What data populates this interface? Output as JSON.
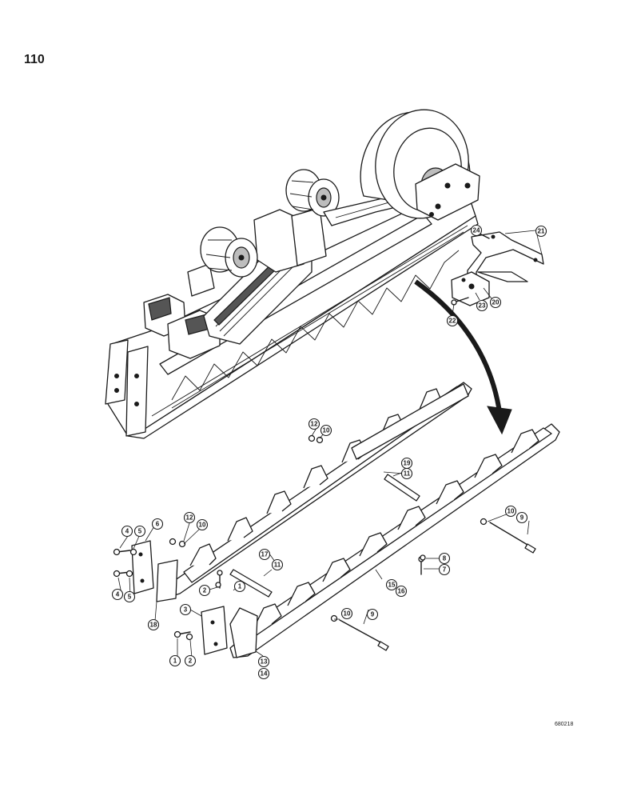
{
  "page": {
    "number": "110",
    "figure_id": "680218"
  },
  "callouts": [
    "1",
    "2",
    "3",
    "4",
    "5",
    "6",
    "7",
    "8",
    "9",
    "10",
    "11",
    "12",
    "13",
    "14",
    "15",
    "16",
    "17",
    "18",
    "19",
    "20",
    "21",
    "22",
    "23",
    "24"
  ],
  "colors": {
    "ink": "#1a1a1a",
    "paper": "#ffffff"
  }
}
